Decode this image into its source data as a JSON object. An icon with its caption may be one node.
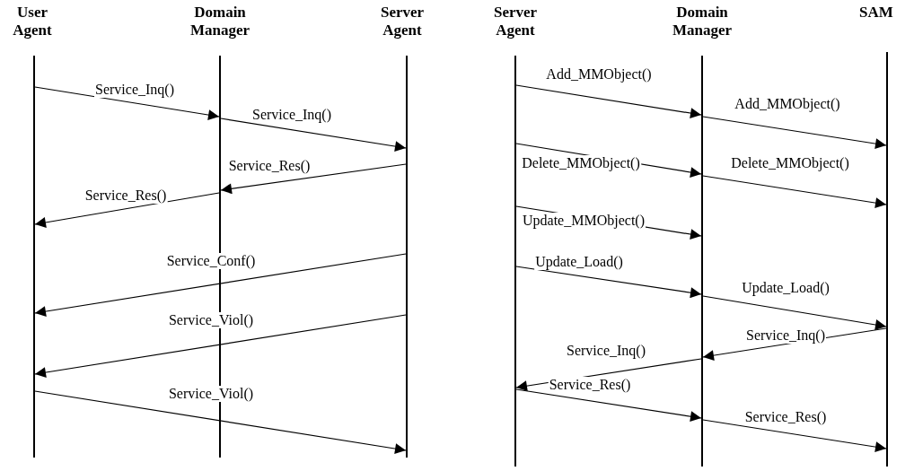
{
  "diagram": {
    "nodes": [
      {
        "text": [
          "User Agent"
        ]
      },
      {
        "text": [
          "Domain Manager"
        ]
      },
      {
        "text": [
          "Server Agent"
        ]
      },
      {
        "text": [
          "Server Agent"
        ]
      },
      {
        "text": [
          "Domain Manager"
        ]
      },
      {
        "text": [
          "SAM"
        ]
      }
    ],
    "edges": [
      {
        "from": 0,
        "to": 1,
        "arrow": "to",
        "label": "Service_Inq()"
      },
      {
        "from": 1,
        "to": 2,
        "arrow": "to",
        "label": "Service_Inq()"
      },
      {
        "from": 2,
        "to": 1,
        "arrow": "to",
        "label": "Service_Res()"
      },
      {
        "from": 1,
        "to": 0,
        "arrow": "to",
        "label": "Service_Res()"
      },
      {
        "from": 2,
        "to": 0,
        "arrow": "to",
        "label": "Service_Conf()"
      },
      {
        "from": 2,
        "to": 0,
        "arrow": "to",
        "label": "Service_Viol()"
      },
      {
        "from": 0,
        "to": 2,
        "arrow": "to",
        "label": "Service_Viol()"
      },
      {
        "from": 3,
        "to": 4,
        "arrow": "to",
        "label": "Add_MMObject()"
      },
      {
        "from": 4,
        "to": 5,
        "arrow": "to",
        "label": "Add_MMObject()"
      },
      {
        "from": 3,
        "to": 4,
        "arrow": "to",
        "label": "Delete_MMObject()"
      },
      {
        "from": 4,
        "to": 5,
        "arrow": "to",
        "label": "Delete_MMObject()"
      },
      {
        "from": 3,
        "to": 4,
        "arrow": "to",
        "label": "Update_MMObject()"
      },
      {
        "from": 3,
        "to": 4,
        "arrow": "to",
        "label": "Update_Load()"
      },
      {
        "from": 4,
        "to": 5,
        "arrow": "to",
        "label": "Update_Load()"
      },
      {
        "from": 5,
        "to": 4,
        "arrow": "to",
        "label": "Service_Inq()"
      },
      {
        "from": 4,
        "to": 3,
        "arrow": "to",
        "label": "Service_Inq()"
      },
      {
        "from": 3,
        "to": 4,
        "arrow": "to",
        "label": "Service_Res()"
      },
      {
        "from": 4,
        "to": 5,
        "arrow": "to",
        "label": "Service_Res()"
      }
    ]
  }
}
